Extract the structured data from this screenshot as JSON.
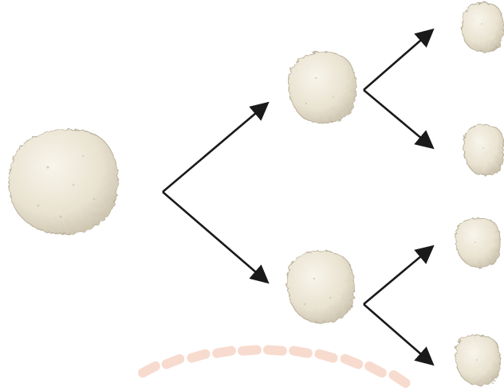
{
  "diagram": {
    "type": "binary-split-tree",
    "levels": [
      {
        "level": 0,
        "items": 1
      },
      {
        "level": 1,
        "items": 2
      },
      {
        "level": 2,
        "items": 4
      }
    ],
    "arrow_color": "#1a1a1a",
    "lump_fill": "#ece6d6",
    "lump_shade": "#c9c1ad",
    "watermark_color": "#f6c4b0"
  }
}
